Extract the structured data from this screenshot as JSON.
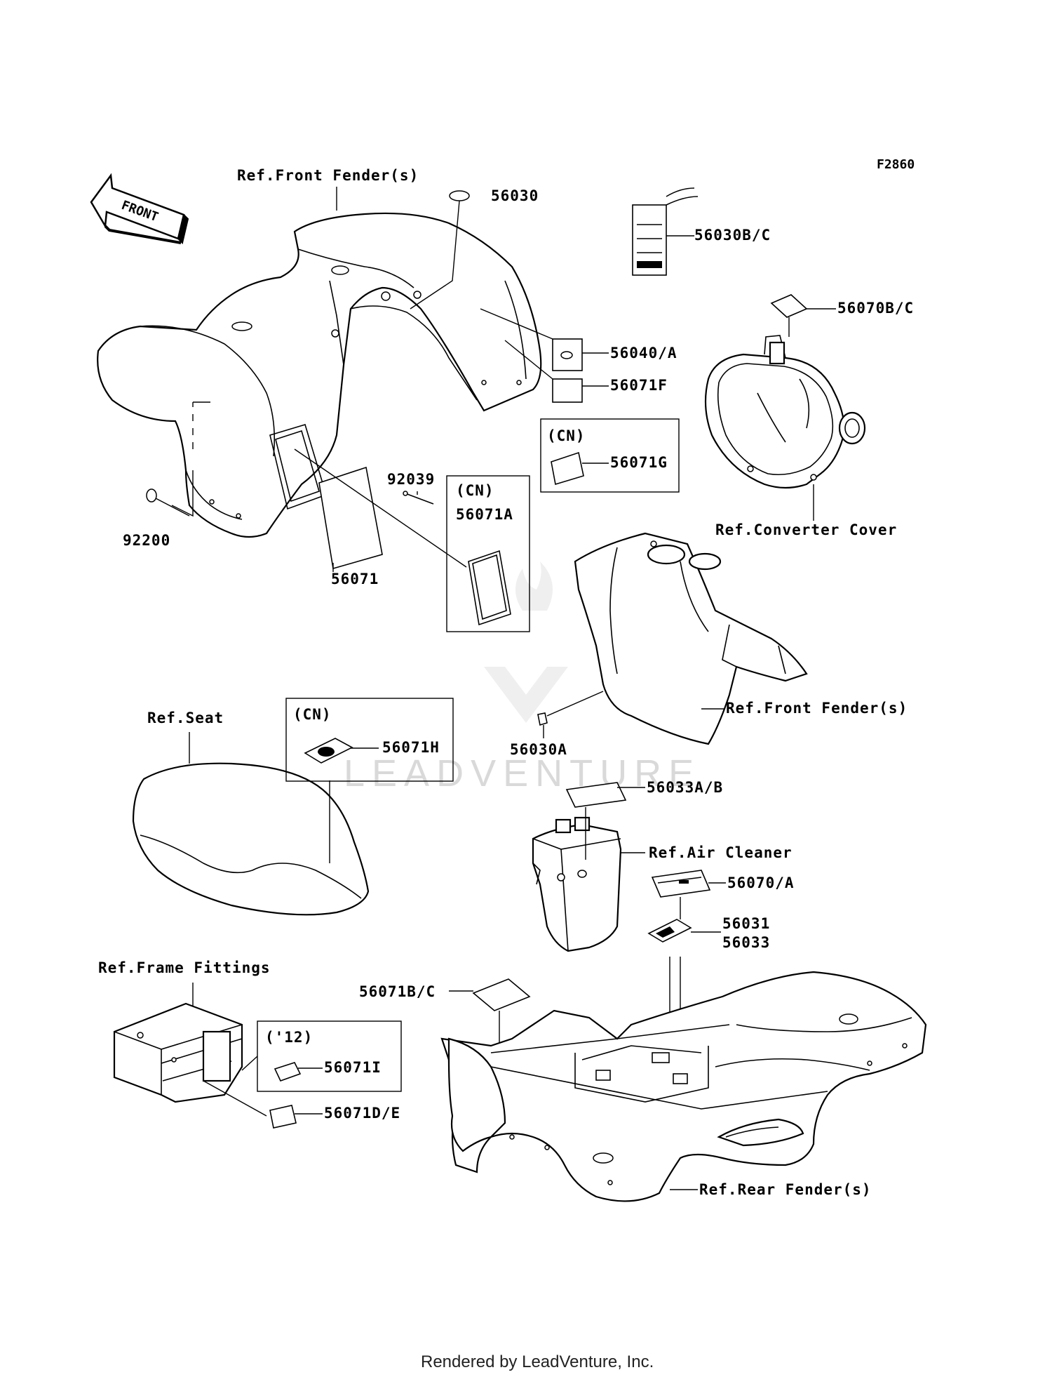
{
  "diagram": {
    "code": "F2860",
    "footer": "Rendered by LeadVenture, Inc.",
    "watermark": "LEADVENTURE",
    "front_arrow": "FRONT",
    "labels": {
      "ref_front_fender_top": "Ref.Front Fender(s)",
      "p56030": "56030",
      "p56030bc": "56030B/C",
      "p56070bc": "56070B/C",
      "p56040a": "56040/A",
      "p56071f": "56071F",
      "cn_56071g": "(CN)",
      "p56071g": "56071G",
      "ref_converter_cover": "Ref.Converter Cover",
      "p92039": "92039",
      "cn_56071a": "(CN)",
      "p56071a": "56071A",
      "p92200": "92200",
      "p56071": "56071",
      "ref_front_fender_mid": "Ref.Front Fender(s)",
      "p56030a": "56030A",
      "ref_seat": "Ref.Seat",
      "cn_56071h": "(CN)",
      "p56071h": "56071H",
      "p56033ab": "56033A/B",
      "ref_air_cleaner": "Ref.Air Cleaner",
      "p56070a": "56070/A",
      "p56031": "56031",
      "p56033": "56033",
      "ref_frame_fittings": "Ref.Frame Fittings",
      "p56071bc": "56071B/C",
      "yr12": "('12)",
      "p56071i": "56071I",
      "p56071de": "56071D/E",
      "ref_rear_fender": "Ref.Rear Fender(s)"
    }
  }
}
